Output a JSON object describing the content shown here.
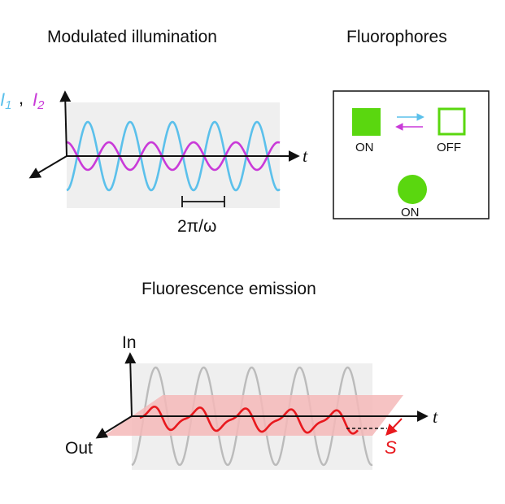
{
  "panels": {
    "illumination": {
      "title": "Modulated illumination",
      "intensity_label_1": "I",
      "intensity_label_1_sub": "1",
      "intensity_sep": ",",
      "intensity_label_2": "I",
      "intensity_label_2_sub": "2",
      "time_label": "t",
      "period_label": "2π/ω"
    },
    "fluorophores": {
      "title": "Fluorophores",
      "switchable_on_label": "ON",
      "switchable_off_label": "OFF",
      "constant_on_label": "ON"
    },
    "emission": {
      "title": "Fluorescence emission",
      "in_label": "In",
      "out_label": "Out",
      "time_label": "t",
      "signal_label": "S"
    }
  },
  "colors": {
    "light_blue": "#5bc0eb",
    "magenta": "#c93ad8",
    "green": "#5ad70f",
    "red": "#e8191e",
    "light_red_plane": "#f5b8b8",
    "grey_wave": "#bbbbbb",
    "panel_grey": "#efefef"
  }
}
